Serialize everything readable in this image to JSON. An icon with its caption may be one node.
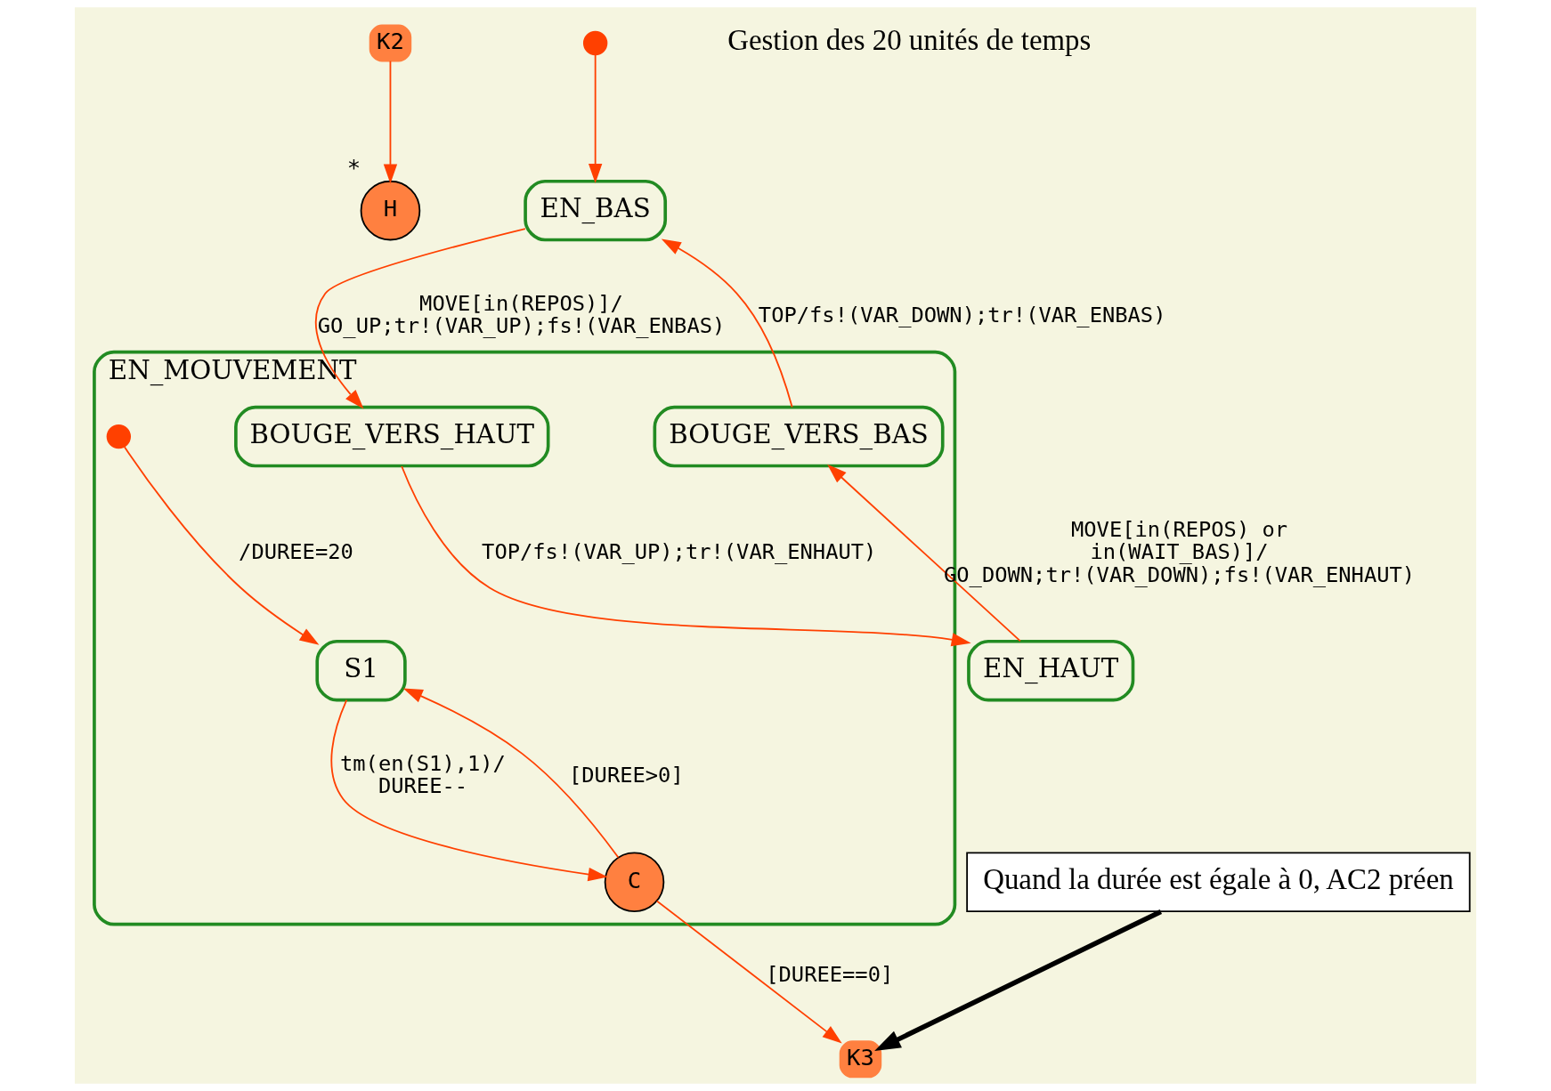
{
  "diagram": {
    "nodes": [
      {
        "text": [
          "K2"
        ]
      },
      {
        "text": [
          "H"
        ],
        "beside": [
          "*"
        ]
      },
      {
        "text": [],
        "shape": "circle"
      },
      {
        "text": [
          "EN_BAS"
        ]
      },
      {
        "text": [
          "EN_MOUVEMENT"
        ]
      },
      {
        "text": [
          "BOUGE_VERS_BAS"
        ],
        "in": 4
      },
      {
        "text": [
          "BOUGE_VERS_HAUT"
        ],
        "in": 4
      },
      {
        "text": [],
        "shape": "circle",
        "in": 4
      },
      {
        "text": [
          "S1"
        ],
        "in": 4
      },
      {
        "text": [
          "C"
        ],
        "in": 4
      },
      {
        "text": [
          "EN_HAUT"
        ]
      },
      {
        "text": [
          "K3"
        ]
      },
      {
        "text": [
          "Quand la durée est égale à 0, AC2 préen"
        ]
      }
    ],
    "edges": [
      {
        "from": 0,
        "to": 1,
        "arrow": "to"
      },
      {
        "from": 2,
        "to": 3,
        "arrow": "to"
      },
      {
        "from": 3,
        "to": 6,
        "arrow": "to",
        "label": "MOVE[in(REPOS)]/ GO_UP;tr!(VAR_UP);fs!(VAR_ENBAS)"
      },
      {
        "from": 6,
        "to": 10,
        "arrow": "to",
        "label": "TOP/fs!(VAR_UP);tr!(VAR_ENHAUT)"
      },
      {
        "from": 10,
        "to": 5,
        "arrow": "to",
        "label": "MOVE[in(REPOS) or in(WAIT_BAS)]/ GO_DOWN;tr!(VAR_DOWN);fs!(VAR_ENHAUT)"
      },
      {
        "from": 5,
        "to": 3,
        "arrow": "to",
        "label": "TOP/fs!(VAR_DOWN);tr!(VAR_ENBAS)"
      },
      {
        "from": 7,
        "to": 8,
        "arrow": "to",
        "label": "/DUREE=20"
      },
      {
        "from": 8,
        "to": 9,
        "arrow": "to",
        "label": "tm(en(S1),1)/ DUREE--"
      },
      {
        "from": 9,
        "to": 8,
        "arrow": "to",
        "label": "[DUREE>0]"
      },
      {
        "from": 9,
        "to": 11,
        "arrow": "to",
        "label": "[DUREE==0]"
      },
      {
        "from": 12,
        "to": 11,
        "arrow": "to",
        "style": "thick",
        "color": "#000000"
      }
    ],
    "labels": [
      "Gestion des 20 unités de temps"
    ]
  }
}
